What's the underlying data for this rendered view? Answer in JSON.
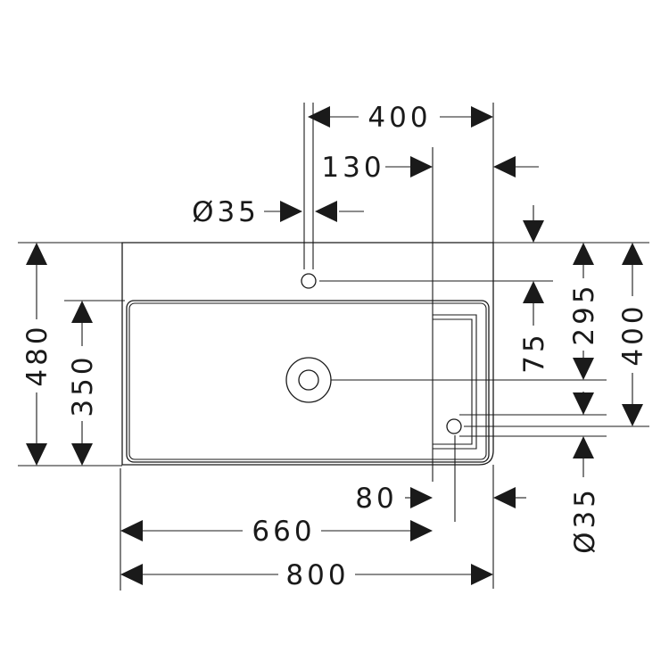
{
  "dimensions": {
    "top_400": "400",
    "offset_130": "130",
    "tap_hole_dia": "Ø35",
    "height_480": "480",
    "height_350": "350",
    "depth_295": "295",
    "depth_400": "400",
    "depth_75": "75",
    "offset_80": "80",
    "width_660": "660",
    "width_800": "800",
    "drain_hole_dia": "Ø35"
  },
  "colors": {
    "line": "#1a1a1a",
    "background": "#ffffff"
  }
}
